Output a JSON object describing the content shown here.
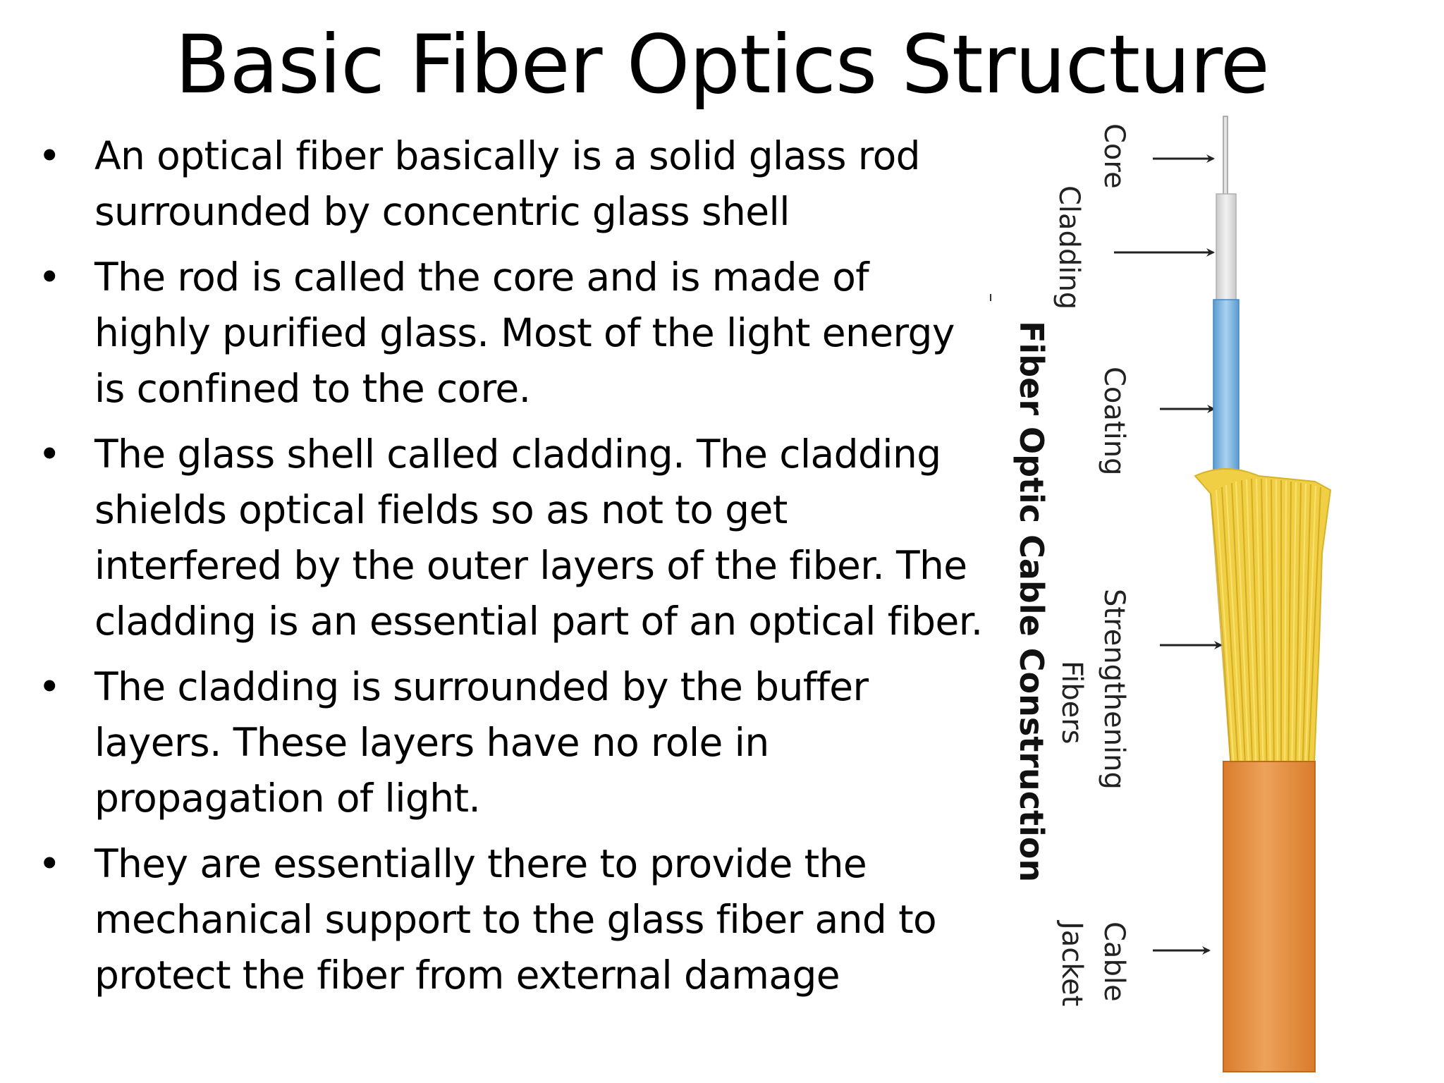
{
  "slide": {
    "title": "Basic Fiber Optics Structure",
    "bullets": [
      {
        "lines": [
          "An optical fiber basically is a solid glass rod",
          "surrounded by concentric glass shell"
        ]
      },
      {
        "lines": [
          "The rod is called the core and is made of",
          "highly purified glass. Most of the light energy",
          "is confined to the core."
        ]
      },
      {
        "lines": [
          "The glass shell called cladding. The cladding",
          "shields optical fields so as not to get",
          "interfered by the outer layers of the fiber. The",
          "cladding is an essential part of an optical fiber."
        ]
      },
      {
        "lines": [
          "The cladding is surrounded by the buffer",
          "layers. These layers have no role in",
          "propagation of light."
        ]
      },
      {
        "lines": [
          "They are essentially there to provide the",
          "mechanical support to the glass fiber and to",
          "protect the fiber from external damage"
        ]
      }
    ]
  },
  "diagram": {
    "title": "Fiber Optic Cable Construction",
    "labels": {
      "core": "Core",
      "cladding": "Cladding",
      "coating": "Coating",
      "strengthening_1": "Strengthening",
      "strengthening_2": "Fibers",
      "jacket_1": "Cable",
      "jacket_2": "Jacket"
    },
    "colors": {
      "core": "#e8e8e8",
      "cladding": "#dcdcdc",
      "coating": "#7fb6e0",
      "strengthening": "#f2d24a",
      "jacket": "#e69545",
      "arrow": "#222222"
    },
    "icons": {
      "arrow": "arrow-right-icon"
    }
  }
}
